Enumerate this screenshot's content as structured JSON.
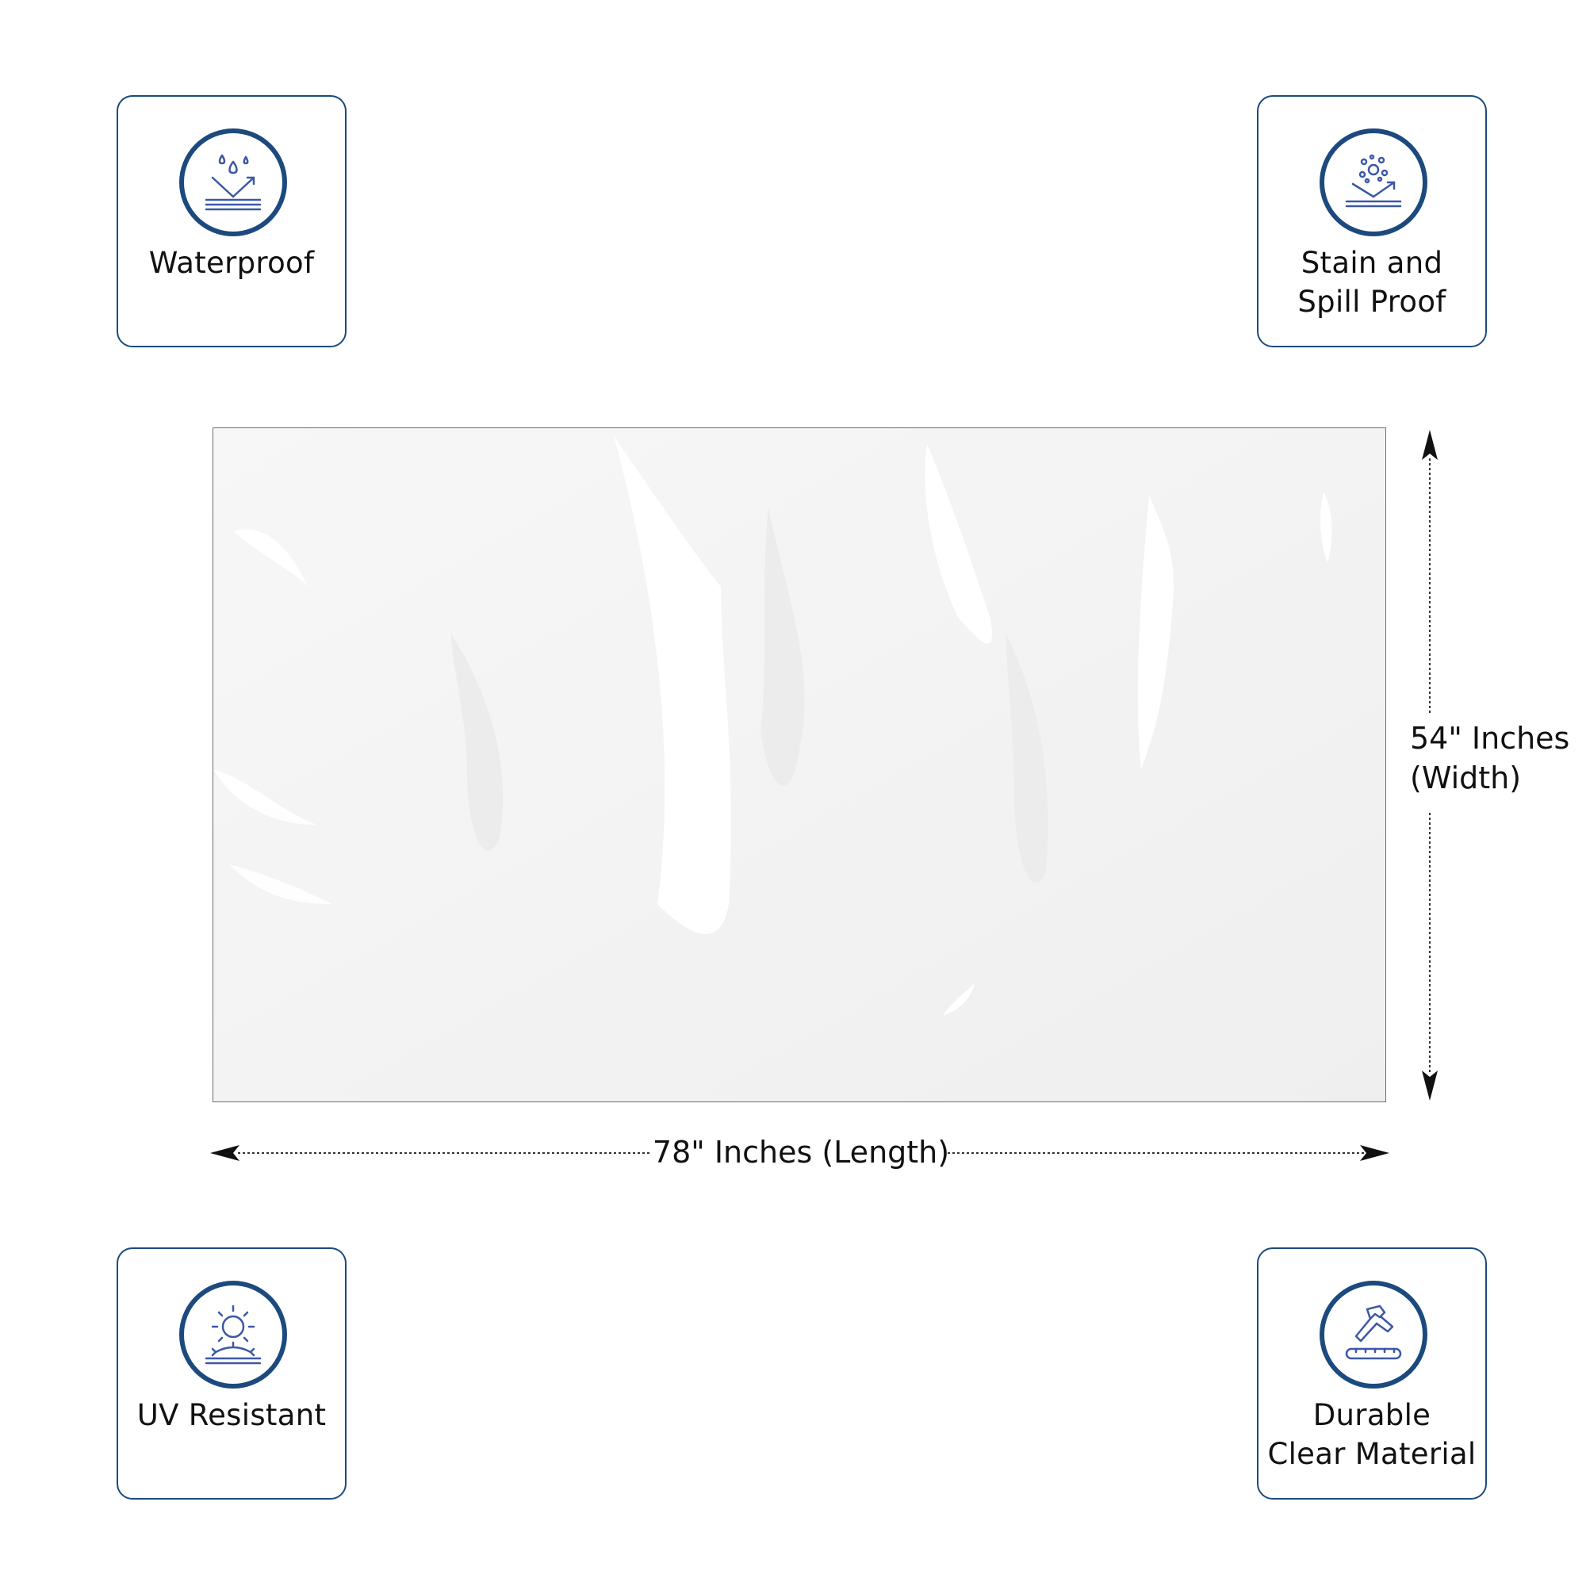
{
  "features": {
    "top_left": {
      "label": "Waterproof",
      "icon": "waterproof-icon"
    },
    "top_right": {
      "label": "Stain and\nSpill Proof",
      "icon": "stain-spill-icon"
    },
    "bottom_left": {
      "label": "UV Resistant",
      "icon": "uv-sun-icon"
    },
    "bottom_right": {
      "label": "Durable\nClear Material",
      "icon": "hammer-durable-icon"
    }
  },
  "dimensions": {
    "length_label": "78\" Inches (Length)",
    "width_label_line1": "54\" Inches",
    "width_label_line2": "(Width)"
  },
  "colors": {
    "accent": "#1c4a7e",
    "icon_blue": "#3c58a6",
    "text": "#111111",
    "sheet": "#f4f4f4"
  }
}
